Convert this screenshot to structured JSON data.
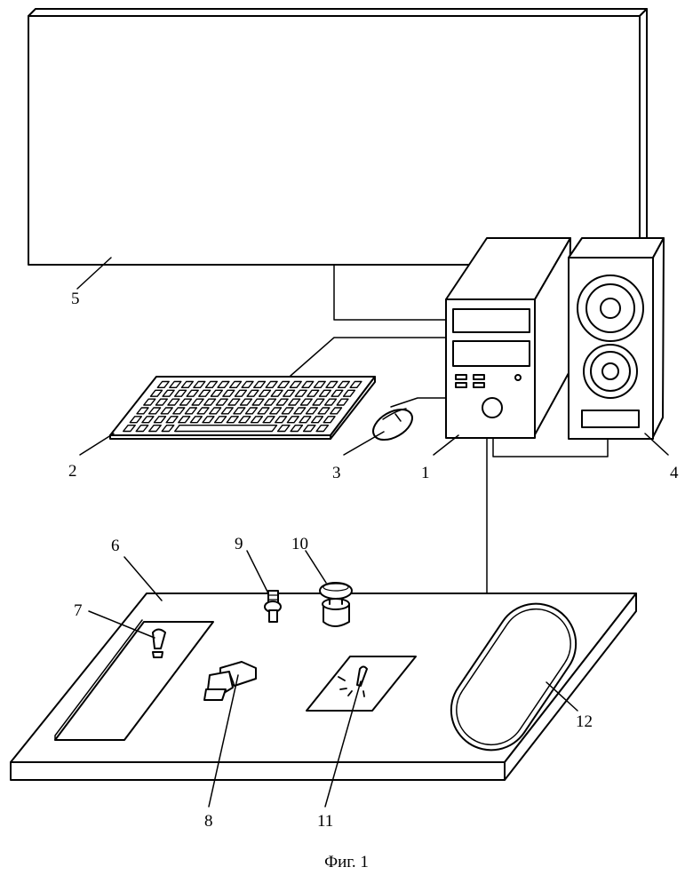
{
  "caption": "Фиг. 1",
  "labels": {
    "computer": "1",
    "keyboard": "2",
    "mouse": "3",
    "speaker": "4",
    "monitor": "5",
    "base_board": "6",
    "item7": "7",
    "item8": "8",
    "item9": "9",
    "item10": "10",
    "item11": "11",
    "item12": "12"
  },
  "colors": {
    "line": "#000000",
    "background": "#ffffff"
  }
}
